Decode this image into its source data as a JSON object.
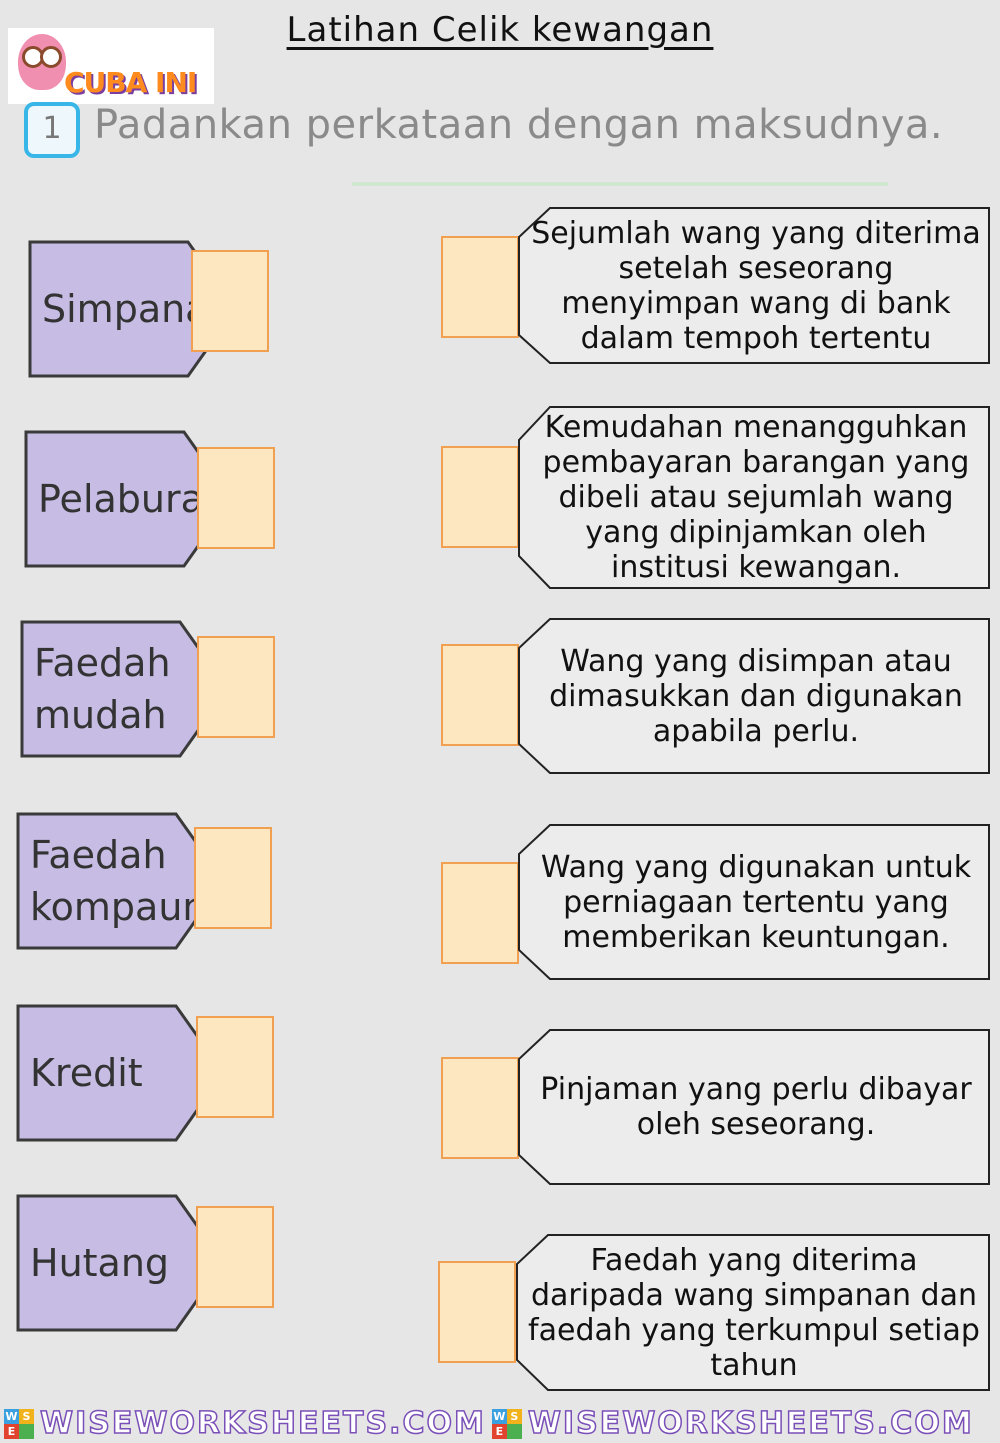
{
  "title": "Latihan Celik kewangan",
  "logo": {
    "text": "CUBA INI"
  },
  "instruction": {
    "number": "1",
    "text": "Padankan perkataan dengan maksudnya."
  },
  "terms": [
    {
      "label": "Simpanan"
    },
    {
      "label": "Pelaburan"
    },
    {
      "label": "Faedah mudah"
    },
    {
      "label": "Faedah kompaun"
    },
    {
      "label": "Kredit"
    },
    {
      "label": "Hutang"
    }
  ],
  "definitions": [
    {
      "text": "Sejumlah wang yang diterima setelah seseorang menyimpan wang di bank dalam tempoh tertentu"
    },
    {
      "text": "Kemudahan menangguhkan pembayaran barangan yang dibeli atau sejumlah wang yang dipinjamkan oleh institusi kewangan."
    },
    {
      "text": "Wang yang disimpan atau dimasukkan dan digunakan apabila perlu."
    },
    {
      "text": "Wang yang digunakan untuk perniagaan tertentu yang memberikan keuntungan."
    },
    {
      "text": "Pinjaman yang perlu dibayar oleh seseorang."
    },
    {
      "text": "Faedah yang diterima daripada wang simpanan dan faedah yang terkumpul setiap tahun"
    }
  ],
  "footer": {
    "badge": [
      "W",
      "S",
      "E",
      ""
    ],
    "watermark": [
      "WISEWORKSHEETS.COM",
      "WISEWORKSHEETS.COM"
    ]
  },
  "colors": {
    "term_fill": "#c7bde4",
    "term_border": "#3a3a3a",
    "answer_box_fill": "#fde7c0",
    "answer_box_border": "#f0a050",
    "def_fill": "#ececec",
    "instruction_accent": "#39b6e8"
  }
}
